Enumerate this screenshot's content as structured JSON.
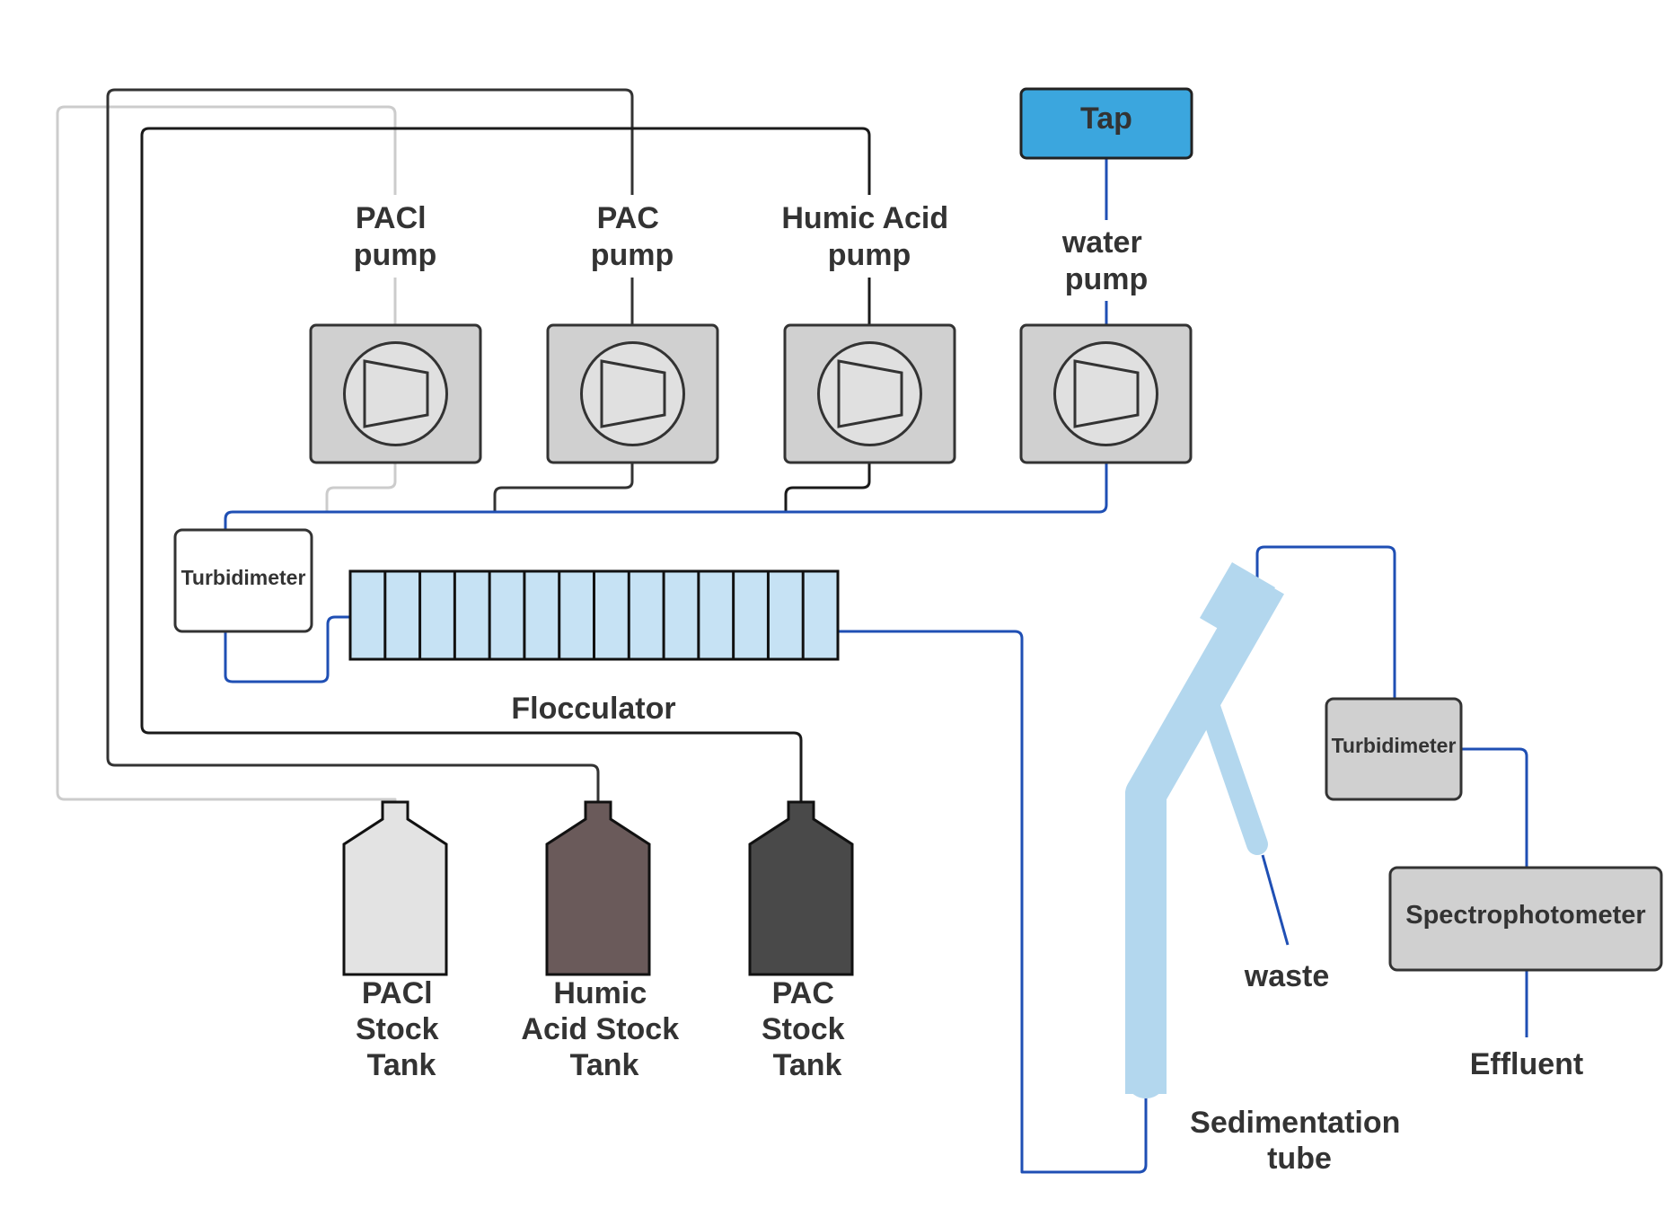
{
  "labels": {
    "pacl_pump": [
      "PACl",
      "pump"
    ],
    "pac_pump": [
      "PAC",
      "pump"
    ],
    "humic_pump": [
      "Humic Acid",
      "pump"
    ],
    "water_pump": [
      "water",
      "pump"
    ],
    "tap": "Tap",
    "turbidimeter_1": "Turbidimeter",
    "turbidimeter_2": "Turbidimeter",
    "flocculator": "Flocculator",
    "pacl_tank": [
      "PACl",
      "Stock",
      "Tank"
    ],
    "humic_tank": [
      "Humic",
      "Acid Stock",
      "Tank"
    ],
    "pac_tank": [
      "PAC",
      "Stock",
      "Tank"
    ],
    "waste": "waste",
    "spectrophotometer": "Spectrophotometer",
    "effluent": "Effluent",
    "sedimentation_tube": [
      "Sedimentation",
      "tube"
    ]
  },
  "flocculator_compartments": 14,
  "colors": {
    "tap_fill": "#3ba6de",
    "water_line": "#1f4fb4",
    "pac_line": "#333333",
    "humic_line": "#1a1a1a",
    "pacl_line": "#cccccc",
    "pump_fill": "#d0d0d0",
    "floc_fill": "#c6e2f4",
    "tube_fill": "#b3d7ee",
    "pacl_tank_fill": "#e3e3e3",
    "humic_tank_fill": "#6a5a5a",
    "pac_tank_fill": "#494949",
    "turb2_fill": "#d0d0d0",
    "spectro_fill": "#d0d0d0"
  }
}
